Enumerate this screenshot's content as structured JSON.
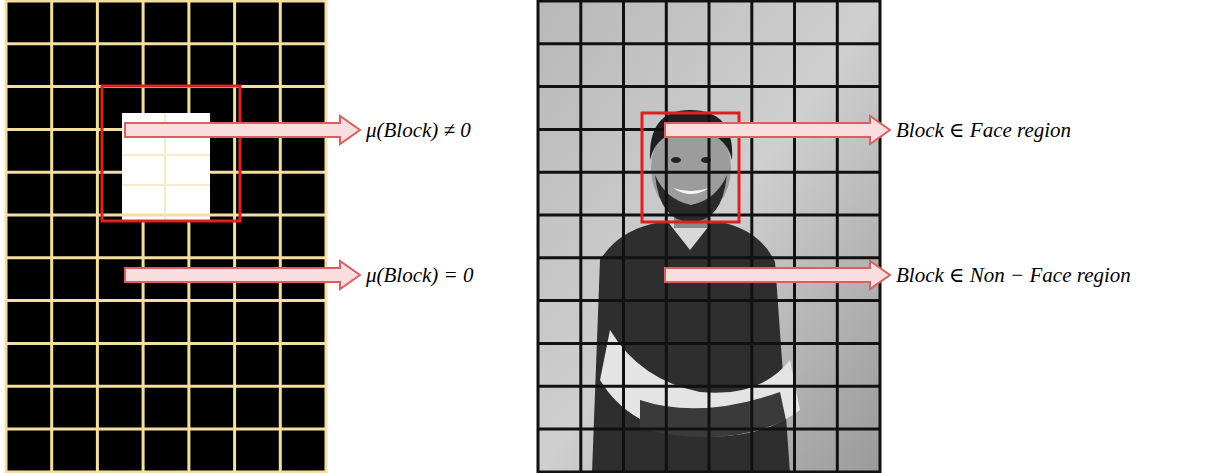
{
  "diagram": {
    "labels": [
      "μ(Block) ≠ 0",
      "μ(Block) = 0",
      "Block ∈ Face region",
      "Block ∈ Non − Face region"
    ]
  }
}
